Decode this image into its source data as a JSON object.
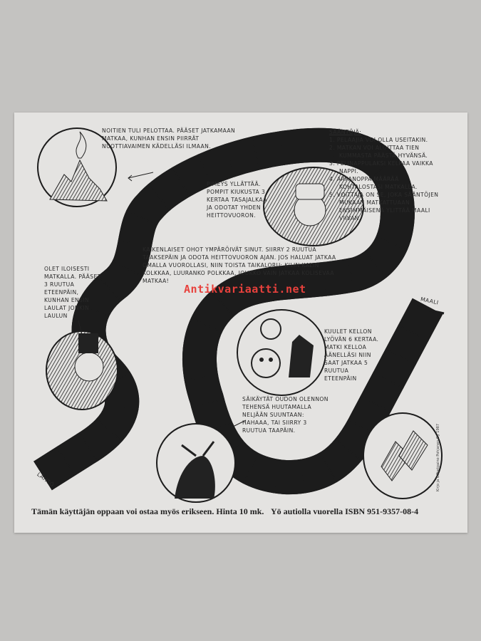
{
  "notes": {
    "witch_fire": "Noitien tuli pelottaa. Pääset jatkamaan matkaa, kunhan ensin piirrät nuottiavaimen kädelläsi ilmaan.",
    "darkness": "Pimeys yllättää. Pompit kiukusta 3 kertaa tasajalkaa ja odotat yhden heittovuoron.",
    "ghosts": "Kaikenlaiset ohot ympäröivät sinut. Siirry 2 ruutua taaksepäin ja odota heittovuoron ajan. Jos haluat jatkaa omalla vuorollasi, niin toista taikaloru: Kilin kalin kolkkaa, luuranko polkkaa, joukko vain jatkaa kolisevaa matkaa!",
    "happy": "Olet iloisesti matkalla. Pääset 3 ruutua eteenpäin, kunhan ensin laulat jonkin laulun",
    "bell": "Kuulet kellon lyövän 6 kertaa. Matki kelloa äänelläsi niin saat jatkaa 5 ruutua eteenpäin",
    "creature": "Säikäytät oudon olennon tehensä huutamalla neljään suuntaan: Hahaaa, tai siirry 3 ruutua taapäin."
  },
  "rules": {
    "title": "Sääntöjä:",
    "items": [
      "1. Pelaajia voi olla useitakin.",
      "2. Matkan voi aloittaa tien kummasta päästä hyvänsä.",
      "3. Pelinappulaksi kelpaa vaikka nappi.",
      "4. Arpanoppa määrää kohtalostasi matkalla.",
      "5. Voittaja on se, joka sääntöjen mukaan matkattuaan ensimmäisenä ylittää maali viivan."
    ]
  },
  "labels": {
    "start": "Lähtö",
    "finish": "Maali"
  },
  "footer": {
    "left": "Tämän käyttäjän oppaan voi ostaa myös erikseen. Hinta 10 mk.",
    "right": "Yö autiolla vuorella ISBN 951-9357-08-4",
    "side": "Kirjo ja Offsetpaino Pohjanen Oy 1987"
  },
  "watermark": "Antikvariaatti.net"
}
